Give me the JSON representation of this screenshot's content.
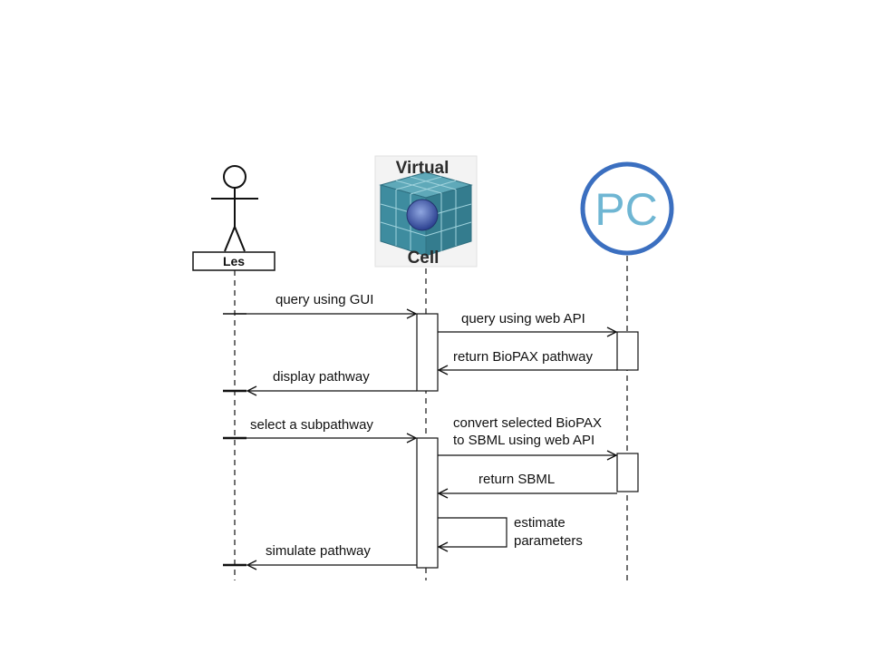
{
  "participants": {
    "user": {
      "name": "Les"
    },
    "virtual_cell": {
      "logo_line1": "Virtual",
      "logo_line2": "Cell"
    },
    "pathway_commons": {
      "logo_text": "PC"
    }
  },
  "messages": {
    "m1": "query using GUI",
    "m2": "query using web API",
    "m3": "return BioPAX pathway",
    "m4": "display pathway",
    "m5": "select a subpathway",
    "m6_line1": "convert selected BioPAX",
    "m6_line2": "to SBML using web API",
    "m7": "return SBML",
    "m8_line1": "estimate",
    "m8_line2": "parameters",
    "m9": "simulate pathway"
  },
  "colors": {
    "line": "#111111",
    "pc_ring": "#3b6fc0",
    "pc_text": "#6fb6d3",
    "vc_cube": "#3f8fa3",
    "vc_core": "#3a55a8"
  }
}
